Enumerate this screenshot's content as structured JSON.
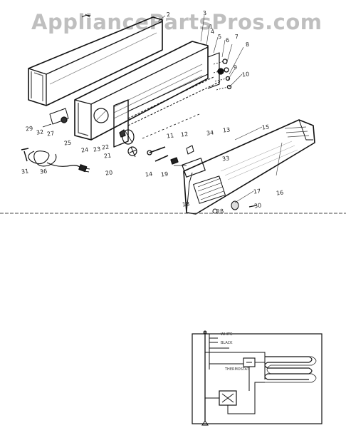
{
  "watermark": "AppliancePartsPros.com",
  "callouts": [
    {
      "id": "1",
      "text": "1"
    },
    {
      "id": "2",
      "text": "2"
    },
    {
      "id": "3",
      "text": "3"
    },
    {
      "id": "4",
      "text": "4"
    },
    {
      "id": "5",
      "text": "5"
    },
    {
      "id": "6",
      "text": "6"
    },
    {
      "id": "7",
      "text": "7"
    },
    {
      "id": "8",
      "text": "8"
    },
    {
      "id": "9",
      "text": "9"
    },
    {
      "id": "10",
      "text": "10"
    },
    {
      "id": "11",
      "text": "11"
    },
    {
      "id": "12",
      "text": "12"
    },
    {
      "id": "13",
      "text": "13"
    },
    {
      "id": "14",
      "text": "14"
    },
    {
      "id": "15",
      "text": "15"
    },
    {
      "id": "16",
      "text": "16"
    },
    {
      "id": "17",
      "text": "17"
    },
    {
      "id": "18",
      "text": "18"
    },
    {
      "id": "19",
      "text": "19"
    },
    {
      "id": "20",
      "text": "20"
    },
    {
      "id": "21",
      "text": "21"
    },
    {
      "id": "22",
      "text": "22"
    },
    {
      "id": "23",
      "text": "23"
    },
    {
      "id": "24",
      "text": "24"
    },
    {
      "id": "25",
      "text": "25"
    },
    {
      "id": "27",
      "text": "27"
    },
    {
      "id": "28",
      "text": "28"
    },
    {
      "id": "29",
      "text": "29"
    },
    {
      "id": "30",
      "text": "30"
    },
    {
      "id": "31",
      "text": "31"
    },
    {
      "id": "32",
      "text": "32"
    },
    {
      "id": "33",
      "text": "33"
    },
    {
      "id": "34",
      "text": "34"
    },
    {
      "id": "36",
      "text": "36"
    }
  ],
  "wiring_labels": {
    "l1": "WHITE",
    "l2": "BLACK",
    "l3": "THERMOSTAT"
  }
}
